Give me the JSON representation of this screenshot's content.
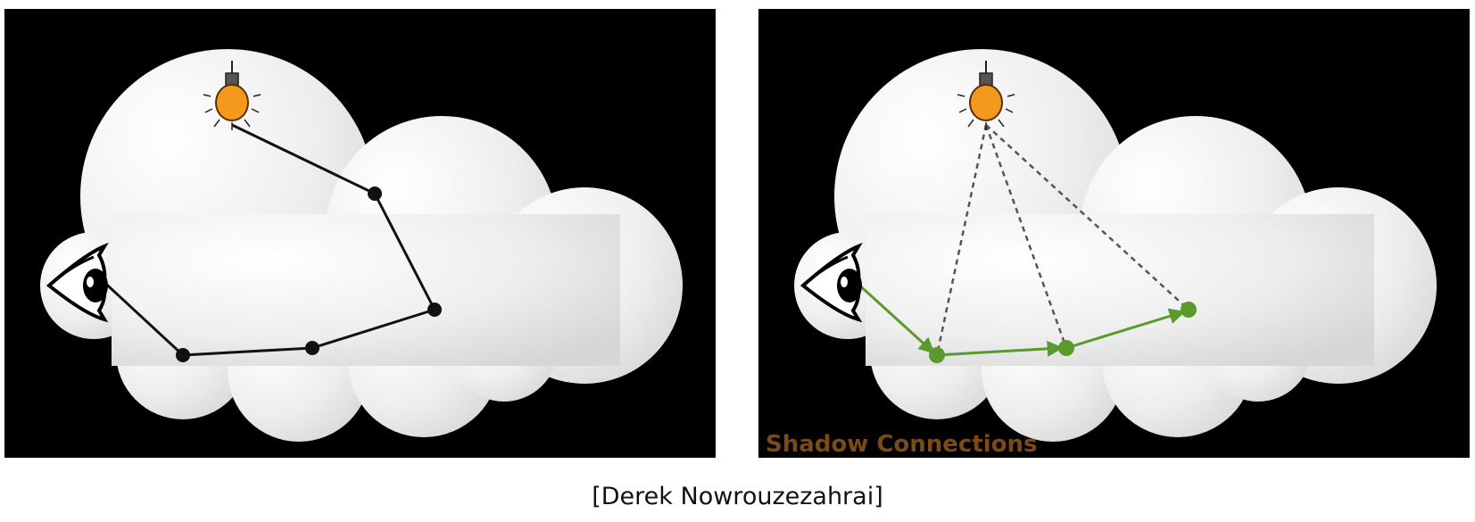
{
  "panels": [
    {
      "id": "path-diagram",
      "caption": ""
    },
    {
      "id": "shadow-diagram",
      "caption": "Shadow Connections"
    }
  ],
  "credit": "[Derek Nowrouzezahrai]",
  "colors": {
    "background": "#000000",
    "cloud": "#f2f2f2",
    "path_black": "#111111",
    "path_green": "#5a9a2c",
    "shadow_ray": "#555555",
    "bulb": "#f39a1e",
    "caption": "#7a4a17"
  },
  "icons": [
    "eye-icon",
    "light-bulb-icon"
  ]
}
